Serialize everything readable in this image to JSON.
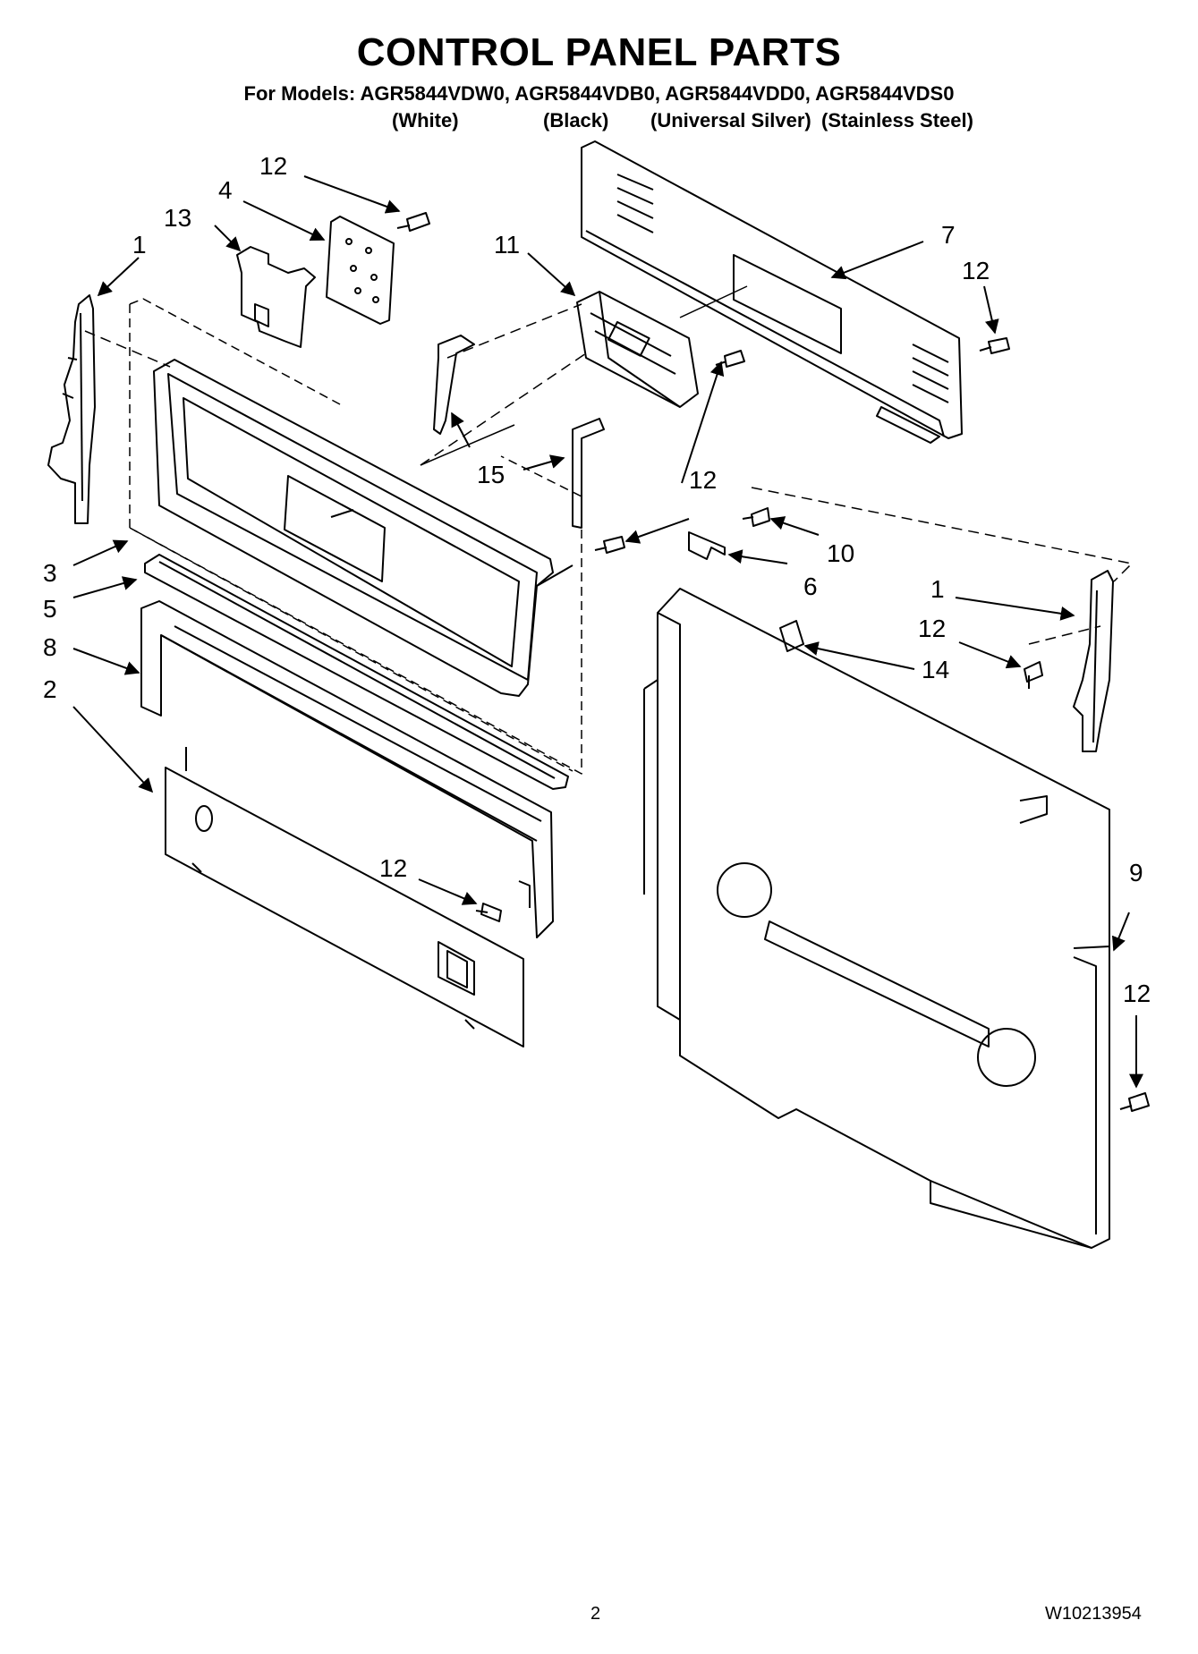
{
  "header": {
    "title": "CONTROL PANEL PARTS",
    "models": "For Models: AGR5844VDW0, AGR5844VDB0, AGR5844VDD0, AGR5844VDS0",
    "variants": [
      "(White)",
      "(Black)",
      "(Universal Silver)",
      "(Stainless Steel)"
    ]
  },
  "callouts": {
    "c1a": "1",
    "c1b": "1",
    "c2": "2",
    "c3": "3",
    "c4": "4",
    "c5": "5",
    "c6": "6",
    "c7": "7",
    "c8": "8",
    "c9": "9",
    "c10": "10",
    "c11": "11",
    "c12a": "12",
    "c12b": "12",
    "c12c": "12",
    "c12d": "12",
    "c12e": "12",
    "c12f": "12",
    "c13": "13",
    "c14": "14",
    "c15": "15"
  },
  "footer": {
    "page_number": "2",
    "doc_number": "W10213954"
  }
}
